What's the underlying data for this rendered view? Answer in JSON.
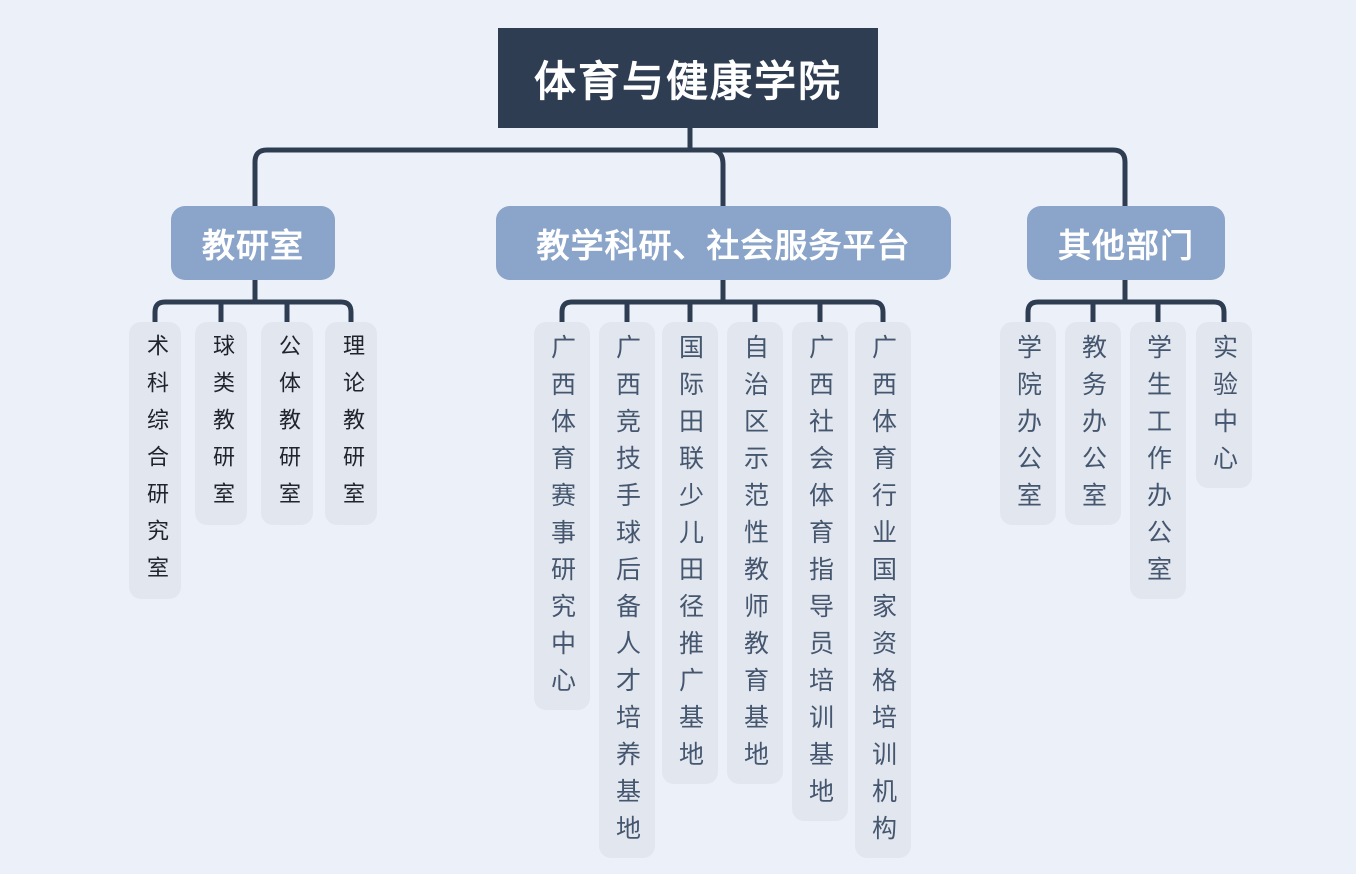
{
  "root": {
    "label": "体育与健康学院"
  },
  "groups": [
    {
      "label": "教研室",
      "children": [
        "术科综合研究室",
        "球类教研室",
        "公体教研室",
        "理论教研室"
      ]
    },
    {
      "label": "教学科研、社会服务平台",
      "children": [
        "广西体育赛事研究中心",
        "广西竞技手球后备人才培养基地",
        "国际田联少儿田径推广基地",
        "自治区示范性教师教育基地",
        "广西社会体育指导员培训基地",
        "广西体育行业国家资格培训机构"
      ]
    },
    {
      "label": "其他部门",
      "children": [
        "学院办公室",
        "教务办公室",
        "学生工作办公室",
        "实验中心"
      ]
    }
  ],
  "colors": {
    "page_bg": "#ecf1f9",
    "root_bg": "#2f3d52",
    "root_text": "#ffffff",
    "branch_bg": "#8ba4c9",
    "branch_text": "#ffffff",
    "leaf_bg": "#e2e7ef",
    "leaf_text_dark": "#20242c",
    "leaf_text_navy": "#45566f",
    "line": "#2e3d52"
  }
}
